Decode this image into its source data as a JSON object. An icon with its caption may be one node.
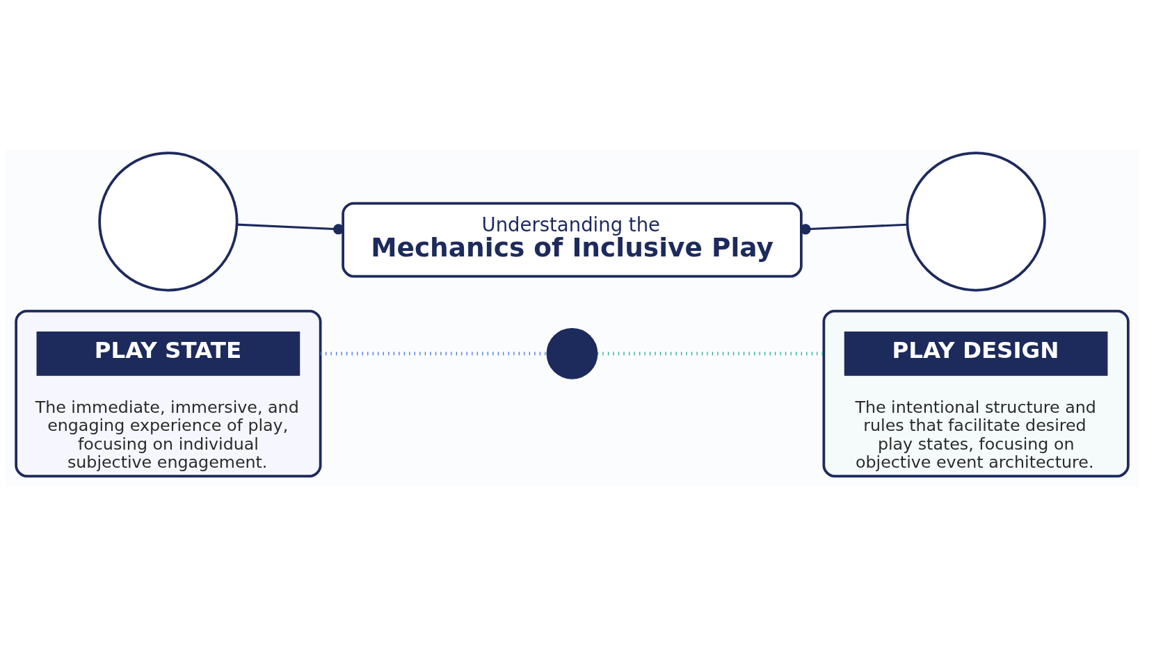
{
  "diagram": {
    "nodes": [
      {
        "text": [
          "Understanding the",
          "Mechanics of Inclusive Play"
        ]
      },
      {
        "text": [],
        "shape": "circle"
      },
      {
        "text": [
          "The immediate, immersive, and engaging experience of play, focusing on individual subjective engagement."
        ]
      },
      {
        "text": [
          "PLAY STATE"
        ],
        "in": 2
      },
      {
        "text": [],
        "shape": "circle"
      },
      {
        "text": [],
        "shape": "circle"
      },
      {
        "text": [
          "The intentional structure and rules that facilitate desired play states, focusing on objective event architecture."
        ]
      },
      {
        "text": [
          "PLAY DESIGN"
        ],
        "in": 6
      }
    ],
    "edges": [
      {
        "from": 0,
        "to": 1,
        "arrow": "other"
      },
      {
        "from": 0,
        "to": 5,
        "arrow": "other"
      },
      {
        "from": 2,
        "to": 4,
        "arrow": "none",
        "style": "dashed",
        "color": "#3b6fe0"
      },
      {
        "from": 4,
        "to": 6,
        "arrow": "none",
        "style": "dashed",
        "color": "#1fa890"
      }
    ]
  }
}
